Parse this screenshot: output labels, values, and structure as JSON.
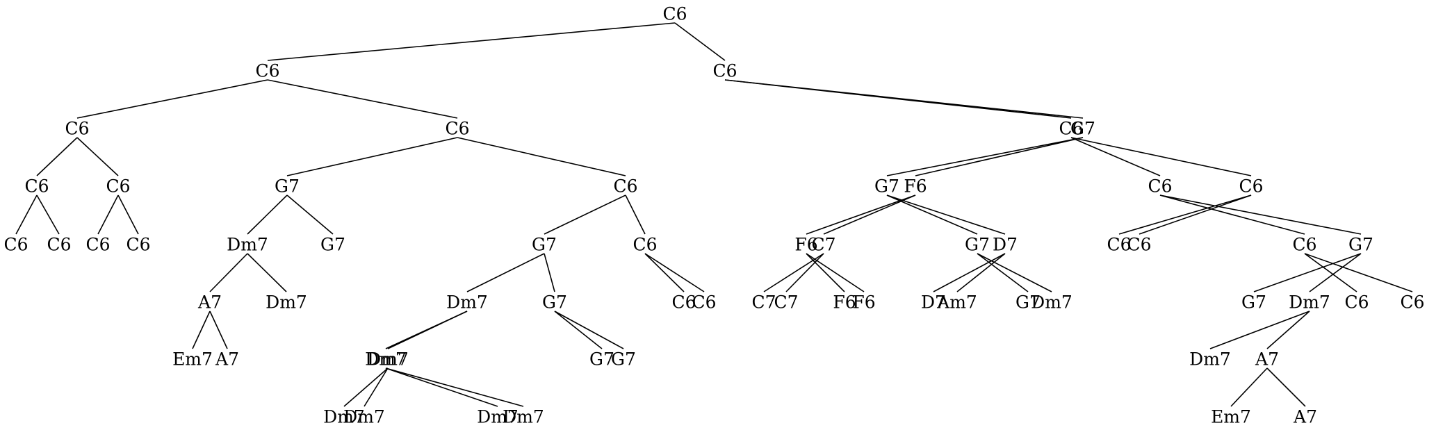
{
  "tree": {
    "label": "C6",
    "children": [
      {
        "label": "C6",
        "children": [
          {
            "label": "C6",
            "children": [
              {
                "label": "C6",
                "children": [
                  {
                    "label": "C6"
                  },
                  {
                    "label": "C6"
                  }
                ]
              },
              {
                "label": "C6",
                "children": [
                  {
                    "label": "C6"
                  },
                  {
                    "label": "C6"
                  }
                ]
              }
            ]
          },
          {
            "label": "C6",
            "children": [
              {
                "label": "G7",
                "children": [
                  {
                    "label": "Dm7",
                    "children": [
                      {
                        "label": "A7",
                        "children": [
                          {
                            "label": "Em7"
                          },
                          {
                            "label": "A7"
                          }
                        ]
                      },
                      {
                        "label": "Dm7"
                      }
                    ]
                  },
                  {
                    "label": "G7"
                  }
                ]
              },
              {
                "label": "C6",
                "children": [
                  {
                    "label": "G7",
                    "children": [
                      {
                        "label": "Dm7",
                        "children": [
                          {
                            "label": "Dm7",
                            "children": [
                              {
                                "label": "Dm7"
                              },
                              {
                                "label": "Dm7"
                              }
                            ]
                          },
                          {
                            "label": "Dm7",
                            "children": [
                              {
                                "label": "Dm7"
                              },
                              {
                                "label": "Dm7"
                              }
                            ]
                          }
                        ]
                      },
                      {
                        "label": "G7",
                        "children": [
                          {
                            "label": "G7"
                          },
                          {
                            "label": "G7"
                          }
                        ]
                      }
                    ]
                  },
                  {
                    "label": "C6",
                    "children": [
                      {
                        "label": "C6"
                      },
                      {
                        "label": "C6"
                      }
                    ]
                  }
                ]
              }
            ]
          }
        ]
      },
      {
        "label": "C6",
        "children": [
          {
            "label": "G7",
            "children": [
              {
                "label": "F6",
                "children": [
                  {
                    "label": "C7",
                    "children": [
                      {
                        "label": "C7"
                      },
                      {
                        "label": "C7"
                      }
                    ]
                  },
                  {
                    "label": "F6",
                    "children": [
                      {
                        "label": "F6"
                      },
                      {
                        "label": "F6"
                      }
                    ]
                  }
                ]
              },
              {
                "label": "G7",
                "children": [
                  {
                    "label": "D7",
                    "children": [
                      {
                        "label": "Am7"
                      },
                      {
                        "label": "D7"
                      }
                    ]
                  },
                  {
                    "label": "G7",
                    "children": [
                      {
                        "label": "Dm7"
                      },
                      {
                        "label": "G7"
                      }
                    ]
                  }
                ]
              }
            ]
          },
          {
            "label": "C6",
            "children": [
              {
                "label": "C6",
                "children": [
                  {
                    "label": "C6"
                  },
                  {
                    "label": "C6"
                  }
                ]
              },
              {
                "label": "C6",
                "children": [
                  {
                    "label": "G7",
                    "children": [
                      {
                        "label": "Dm7",
                        "children": [
                          {
                            "label": "A7",
                            "children": [
                              {
                                "label": "Em7"
                              },
                              {
                                "label": "A7"
                              }
                            ]
                          },
                          {
                            "label": "Dm7"
                          }
                        ]
                      },
                      {
                        "label": "G7"
                      }
                    ]
                  },
                  {
                    "label": "C6",
                    "children": [
                      {
                        "label": "C6"
                      },
                      {
                        "label": "C6"
                      }
                    ]
                  }
                ]
              }
            ]
          }
        ]
      }
    ]
  }
}
